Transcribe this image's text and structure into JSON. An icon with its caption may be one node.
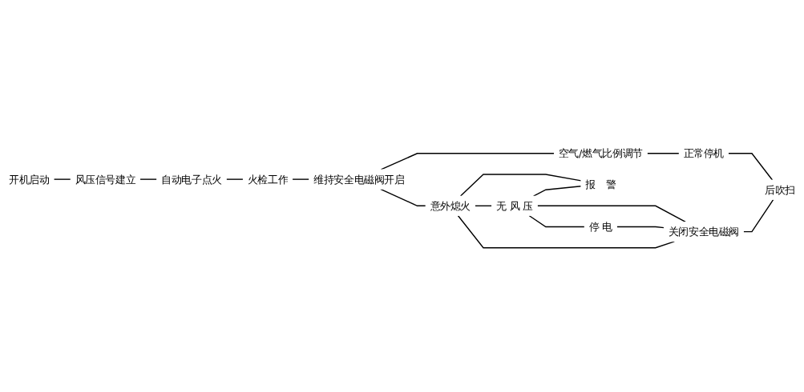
{
  "diagram": {
    "nodes": [
      {
        "text": [
          "开机启动"
        ]
      },
      {
        "text": [
          "风压信号建立"
        ]
      },
      {
        "text": [
          "自动电子点火"
        ]
      },
      {
        "text": [
          "火检工作"
        ]
      },
      {
        "text": [
          "维持安全电磁阀开启"
        ]
      },
      {
        "text": [
          "空气/燃气比例调节"
        ]
      },
      {
        "text": [
          "正常停机"
        ]
      },
      {
        "text": [
          "意外熄火"
        ]
      },
      {
        "text": [
          "报　警"
        ]
      },
      {
        "text": [
          "无 风 压"
        ]
      },
      {
        "text": [
          "关闭安全电磁阀"
        ]
      },
      {
        "text": [
          "后吹扫"
        ]
      },
      {
        "text": [
          "停 电"
        ]
      }
    ],
    "edges": [
      {
        "from": 0,
        "to": 1,
        "arrow": "none"
      },
      {
        "from": 1,
        "to": 2,
        "arrow": "none"
      },
      {
        "from": 2,
        "to": 3,
        "arrow": "none"
      },
      {
        "from": 3,
        "to": 4,
        "arrow": "none"
      },
      {
        "from": 4,
        "to": 5,
        "arrow": "none"
      },
      {
        "from": 5,
        "to": 6,
        "arrow": "none"
      },
      {
        "from": 6,
        "to": 11,
        "arrow": "none"
      },
      {
        "from": 4,
        "to": 7,
        "arrow": "none"
      },
      {
        "from": 7,
        "to": 8,
        "arrow": "none"
      },
      {
        "from": 7,
        "to": 9,
        "arrow": "none"
      },
      {
        "from": 7,
        "to": 10,
        "arrow": "none"
      },
      {
        "from": 9,
        "to": 8,
        "arrow": "none"
      },
      {
        "from": 9,
        "to": 10,
        "arrow": "none"
      },
      {
        "from": 9,
        "to": 12,
        "arrow": "none"
      },
      {
        "from": 12,
        "to": 10,
        "arrow": "none"
      },
      {
        "from": 10,
        "to": 11,
        "arrow": "none"
      }
    ]
  }
}
